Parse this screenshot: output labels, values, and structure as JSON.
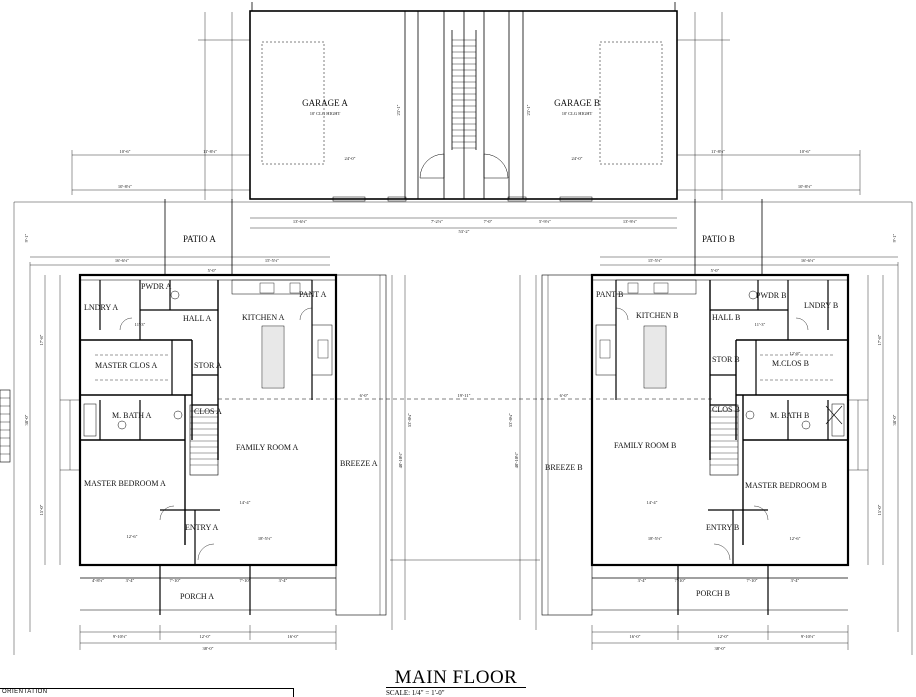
{
  "drawing": {
    "title": "MAIN FLOOR",
    "scale": "SCALE: 1/4\" = 1'-0\"",
    "legend_caption": "ORIENTATION"
  },
  "garage_a": {
    "name": "GARAGE A",
    "note": "10' CLG HIGHT"
  },
  "garage_b": {
    "name": "GARAGE B",
    "note": "10' CLG HIGHT"
  },
  "unit_a": {
    "patio": "PATIO A",
    "pwdr": "PWDR A",
    "lndry": "LNDRY A",
    "hall": "HALL A",
    "kitchen": "KITCHEN A",
    "pant": "PANT A",
    "master_clos": "MASTER CLOS A",
    "stor": "STOR A",
    "clos": "CLOS A",
    "m_bath": "M. BATH A",
    "master_bedroom": "MASTER BEDROOM A",
    "family_room": "FAMILY ROOM A",
    "breeze": "BREEZE A",
    "entry": "ENTRY A",
    "porch": "PORCH A"
  },
  "unit_b": {
    "patio": "PATIO B",
    "pant": "PANT B",
    "kitchen": "KITCHEN B",
    "hall": "HALL B",
    "pwdr": "PWDR B",
    "lndry": "LNDRY B",
    "m_clos": "M.CLOS B",
    "stor": "STOR B",
    "clos": "CLOS B",
    "m_bath": "M. BATH B",
    "family_room": "FAMILY ROOM B",
    "breeze": "BREEZE B",
    "master_bedroom": "MASTER BEDROOM B",
    "entry": "ENTRY B",
    "porch": "PORCH B"
  },
  "dimensions": {
    "d_24_0": "24'-0\"",
    "d_23_1": "23'-1\"",
    "d_53_2": "53'-2\"",
    "d_38_0": "38'-0\"",
    "d_16_0": "16'-0\"",
    "d_12_0": "12'-0\"",
    "d_9_10": "9'-10½\"",
    "d_19_11": "19'-11\"",
    "d_6_0": "6'-0\"",
    "d_14_4": "14'-4\"",
    "d_15_5": "15'-5½\"",
    "d_16_6": "16'-6½\"",
    "d_10_6": "10'-6\"",
    "d_10_8": "10'-8½\"",
    "d_11_8": "11'-8½\"",
    "d_13_6": "13'-6½\"",
    "d_13_9": "13'-9½\"",
    "d_12_6": "12'-6\"",
    "d_18_5": "18'-5½\"",
    "d_11_3": "11'-3\"",
    "d_12_8": "12'-8\"",
    "d_40_10": "40'-10½\"",
    "d_53_8": "53'-8¼\"",
    "d_9_1": "9'-1\"",
    "d_5_0": "5'-0\"",
    "d_7_10": "7'-10\"",
    "d_3_4": "3'-4\"",
    "d_4_8": "4'-8½\"",
    "d_15_0": "15'-0\"",
    "d_17_8": "17'-8\"",
    "d_5_9": "5'-9½\"",
    "d_7_2": "7'-2½\"",
    "d_7_0": "7'-0\""
  }
}
